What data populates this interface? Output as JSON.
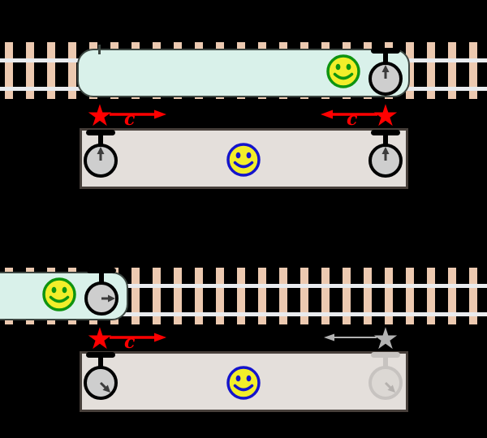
{
  "diagram": {
    "description_labels": {
      "light_speed_label": "c"
    },
    "colors": {
      "background": "#000000",
      "railroad_tie": "#ecc9b0",
      "rail": "#e9ebee",
      "train_fill": "#d9f1ea",
      "train_border": "#3d4742",
      "platform_fill": "#e4dfdb",
      "platform_border": "#473f3a",
      "clock_face": "#cecece",
      "clock_outline": "#000000",
      "clock_hand": "#3c3c3c",
      "ghost_clock_outline": "#c7c3c0",
      "ghost_clock_face": "#dcd8d4",
      "ghost_clock_hand": "#b5b1ae",
      "flash_red": "#ff0000",
      "flash_gray": "#b3b3b3",
      "smiley_yellow": "#f2ee2a",
      "train_smiley_accent": "#0f9410",
      "platform_smiley_accent": "#1414cc"
    },
    "scenes": [
      {
        "id": "top",
        "train_position": "aligned-with-platform",
        "train_clock_hand_angle_deg": 0,
        "platform_left_clock_hand_angle_deg": 0,
        "platform_right_clock_hand_angle_deg": 0,
        "platform_right_clock_ghost": false,
        "flashes": [
          {
            "side": "left",
            "direction": "right",
            "label": "c",
            "color": "#ff0000"
          },
          {
            "side": "right",
            "direction": "left",
            "label": "c",
            "color": "#ff0000"
          }
        ]
      },
      {
        "id": "bottom",
        "train_position": "moved-left-partially-offscreen",
        "train_clock_hand_angle_deg": 90,
        "platform_left_clock_hand_angle_deg": 135,
        "platform_right_clock_hand_angle_deg": 135,
        "platform_right_clock_ghost": true,
        "flashes": [
          {
            "side": "left",
            "direction": "right",
            "label": "c",
            "color": "#ff0000"
          },
          {
            "side": "right",
            "direction": "left",
            "label": "",
            "color": "#b3b3b3"
          }
        ]
      }
    ]
  }
}
